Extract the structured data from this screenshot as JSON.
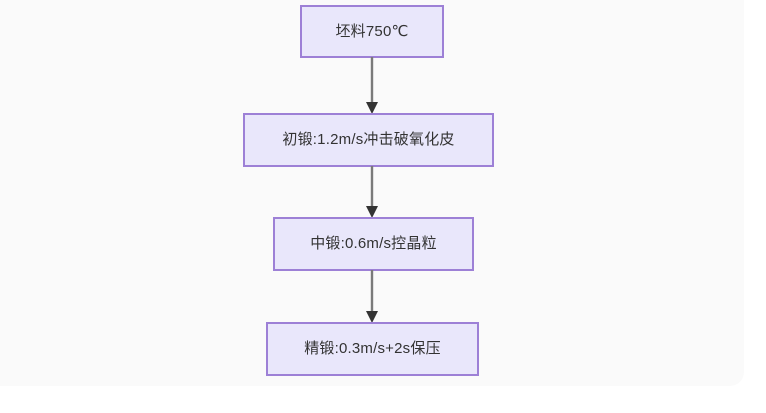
{
  "diagram": {
    "type": "flowchart",
    "orientation": "top-to-bottom",
    "background_color": "#fafafa",
    "node_fill_color": "#e9e7fb",
    "node_border_color": "#9d80d6",
    "edge_color": "#7a7a7a",
    "text_color": "#333333",
    "nodes": [
      {
        "id": "billet",
        "label": "坯料750℃"
      },
      {
        "id": "rough-forge",
        "label": "初锻:1.2m/s冲击破氧化皮"
      },
      {
        "id": "mid-forge",
        "label": "中锻:0.6m/s控晶粒"
      },
      {
        "id": "finish-forge",
        "label": "精锻:0.3m/s+2s保压"
      }
    ],
    "edges": [
      {
        "from": "billet",
        "to": "rough-forge",
        "label": ""
      },
      {
        "from": "rough-forge",
        "to": "mid-forge",
        "label": ""
      },
      {
        "from": "mid-forge",
        "to": "finish-forge",
        "label": ""
      }
    ]
  }
}
